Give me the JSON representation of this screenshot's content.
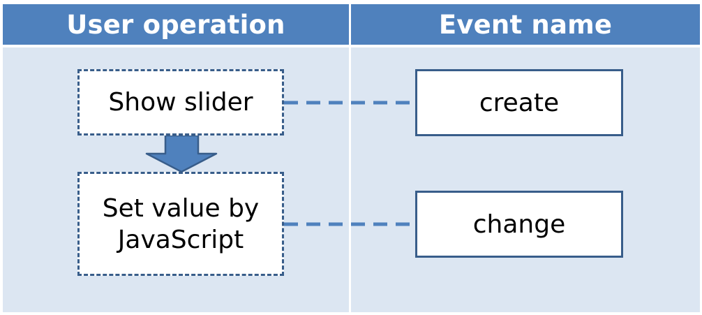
{
  "headers": {
    "user_operation": "User operation",
    "event_name": "Event name"
  },
  "operations": [
    {
      "lines": [
        "Show slider"
      ]
    },
    {
      "lines": [
        "Set value by",
        "JavaScript"
      ]
    }
  ],
  "events": [
    {
      "label": "create"
    },
    {
      "label": "change"
    }
  ],
  "colors": {
    "header_bg": "#4f81bd",
    "panel_bg": "#dce6f2",
    "border": "#385d8a",
    "connector": "#4f81bd",
    "arrow_fill": "#4f81bd"
  },
  "icons": {
    "flow_arrow": "arrow-down-icon"
  }
}
